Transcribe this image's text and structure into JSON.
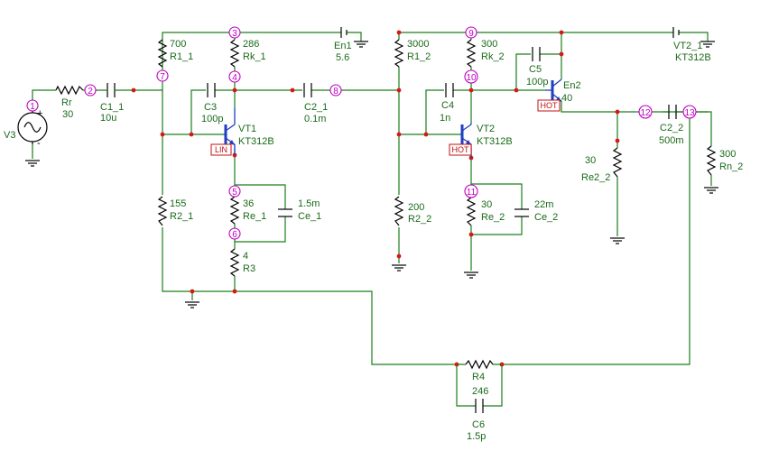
{
  "components": [
    {
      "id": "V3",
      "name": "V3",
      "value": ""
    },
    {
      "id": "Rr",
      "name": "Rr",
      "value": "30"
    },
    {
      "id": "C1_1",
      "name": "C1_1",
      "value": "10u"
    },
    {
      "id": "R1_1",
      "name": "R1_1",
      "value": "700"
    },
    {
      "id": "Rk_1",
      "name": "Rk_1",
      "value": "286"
    },
    {
      "id": "En1",
      "name": "En1",
      "value": "5.6"
    },
    {
      "id": "C3",
      "name": "C3",
      "value": "100p"
    },
    {
      "id": "VT1",
      "name": "VT1",
      "value": "KT312B"
    },
    {
      "id": "C2_1",
      "name": "C2_1",
      "value": "0.1m"
    },
    {
      "id": "R2_1",
      "name": "R2_1",
      "value": "155"
    },
    {
      "id": "Re_1",
      "name": "Re_1",
      "value": "36"
    },
    {
      "id": "Ce_1",
      "name": "Ce_1",
      "value": "1.5m"
    },
    {
      "id": "R3",
      "name": "R3",
      "value": "4"
    },
    {
      "id": "R1_2",
      "name": "R1_2",
      "value": "3000"
    },
    {
      "id": "Rk_2",
      "name": "Rk_2",
      "value": "300"
    },
    {
      "id": "C5",
      "name": "C5",
      "value": "100p"
    },
    {
      "id": "VT2_1",
      "name": "VT2_1",
      "value": "KT312B"
    },
    {
      "id": "En2",
      "name": "En2",
      "value": "40"
    },
    {
      "id": "C4",
      "name": "C4",
      "value": "1n"
    },
    {
      "id": "VT2",
      "name": "VT2",
      "value": "KT312B"
    },
    {
      "id": "R2_2",
      "name": "R2_2",
      "value": "200"
    },
    {
      "id": "Re_2",
      "name": "Re_2",
      "value": "30"
    },
    {
      "id": "Ce_2",
      "name": "Ce_2",
      "value": "22m"
    },
    {
      "id": "C2_2",
      "name": "C2_2",
      "value": "500m"
    },
    {
      "id": "Re2_2",
      "name": "Re2_2",
      "value": "30"
    },
    {
      "id": "Rn_2",
      "name": "Rn_2",
      "value": "300"
    },
    {
      "id": "R4",
      "name": "R4",
      "value": "246"
    },
    {
      "id": "C6",
      "name": "C6",
      "value": "1.5p"
    }
  ],
  "nodes": [
    "1",
    "2",
    "3",
    "4",
    "5",
    "6",
    "7",
    "8",
    "9",
    "10",
    "11",
    "12",
    "13"
  ],
  "flags": {
    "lin": "LIN",
    "hot": "HOT"
  },
  "source_signs": {
    "plus": "+",
    "minus": "-"
  },
  "colors": {
    "wire": "#1a7f1a",
    "node": "#c000c0",
    "junction": "#d81818",
    "transistor": "#1f3fbf",
    "flag": "#c01010"
  }
}
